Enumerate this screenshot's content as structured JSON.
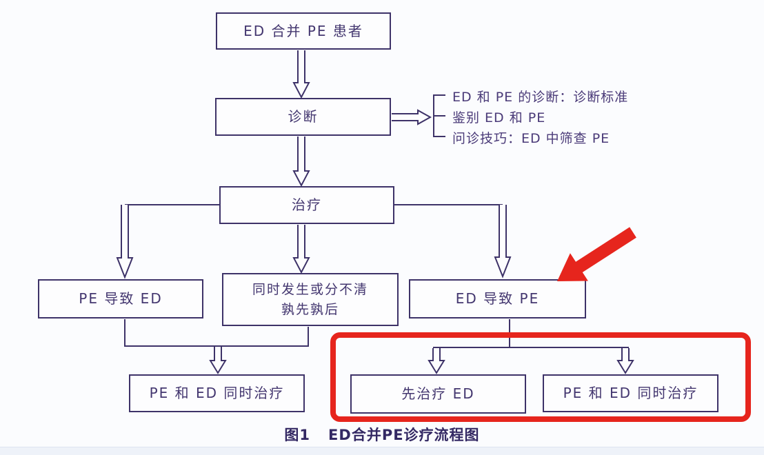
{
  "figure": {
    "caption": {
      "prefix": "图1",
      "title": "ED合并PE诊疗流程图"
    },
    "nodes": {
      "patient": "ED 合并 PE 患者",
      "diagnosis": "诊断",
      "treatment": "治疗",
      "pe_causes_ed": "PE 导致 ED",
      "concurrent_line1": "同时发生或分不清",
      "concurrent_line2": "孰先孰后",
      "ed_causes_pe": "ED 导致 PE",
      "combined_treatment_left": "PE 和 ED 同时治疗",
      "treat_ed_first": "先治疗 ED",
      "combined_treatment_right": "PE 和 ED 同时治疗"
    },
    "diagnosis_notes": [
      "ED 和 PE 的诊断：诊断标准",
      "鉴别 ED 和 PE",
      "问诊技巧：ED 中筛查 PE"
    ],
    "colors": {
      "line": "#3d3268",
      "text": "#43366f",
      "highlight_red": "#e6251d",
      "background": "#fbfcfe"
    }
  }
}
